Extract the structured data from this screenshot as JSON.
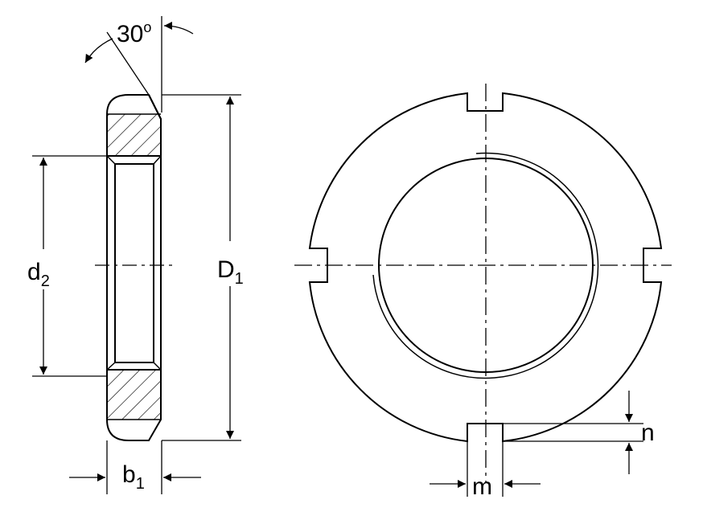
{
  "labels": {
    "angle": {
      "value": "30",
      "unit": "o"
    },
    "d2": {
      "main": "d",
      "sub": "2"
    },
    "D1": {
      "main": "D",
      "sub": "1"
    },
    "b1": {
      "main": "b",
      "sub": "1"
    },
    "m": "m",
    "n": "n"
  },
  "colors": {
    "line": "#000000",
    "background": "#ffffff"
  }
}
